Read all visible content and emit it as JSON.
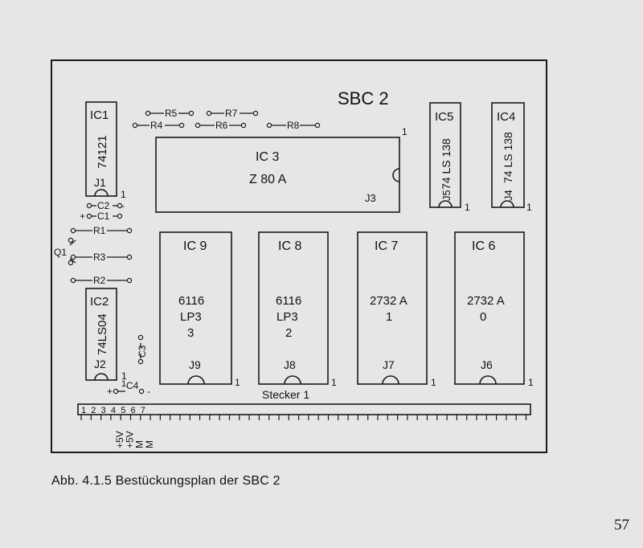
{
  "board_title": "SBC 2",
  "caption": "Abb. 4.1.5  Bestückungsplan der SBC 2",
  "page_number": "57",
  "connector": {
    "label": "Stecker 1",
    "pin_numbers": [
      "1",
      "2",
      "3",
      "4",
      "5",
      "6",
      "7"
    ],
    "pin_signals": [
      "+5V",
      "+5V",
      "M",
      "M"
    ]
  },
  "chips": {
    "ic1": {
      "name": "IC1",
      "type": "74121",
      "socket": "J1",
      "pin1": "1"
    },
    "ic2": {
      "name": "IC2",
      "type": "74LS04",
      "socket": "J2",
      "pin1": "1"
    },
    "ic3": {
      "name": "IC 3",
      "type": "Z 80 A",
      "socket": "J3",
      "pin1": "1"
    },
    "ic4": {
      "name": "IC4",
      "type": "74 LS 138",
      "socket": "J4",
      "pin1": "1"
    },
    "ic5": {
      "name": "IC5",
      "type": "74 LS 138",
      "socket": "J5",
      "pin1": "1"
    },
    "ic6": {
      "name": "IC 6",
      "type": "2732 A",
      "number": "0",
      "socket": "J6",
      "pin1": "1"
    },
    "ic7": {
      "name": "IC 7",
      "type": "2732 A",
      "number": "1",
      "socket": "J7",
      "pin1": "1"
    },
    "ic8": {
      "name": "IC 8",
      "type": "6116",
      "variant": "LP3",
      "number": "2",
      "socket": "J8",
      "pin1": "1"
    },
    "ic9": {
      "name": "IC 9",
      "type": "6116",
      "variant": "LP3",
      "number": "3",
      "socket": "J9",
      "pin1": "1"
    }
  },
  "resistors": [
    "R1",
    "R2",
    "R3",
    "R4",
    "R5",
    "R6",
    "R7",
    "R8"
  ],
  "capacitors": [
    "C1",
    "C2",
    "C3",
    "C4"
  ],
  "transistor": "Q1",
  "polarity": {
    "plus": "+",
    "minus": "-"
  }
}
